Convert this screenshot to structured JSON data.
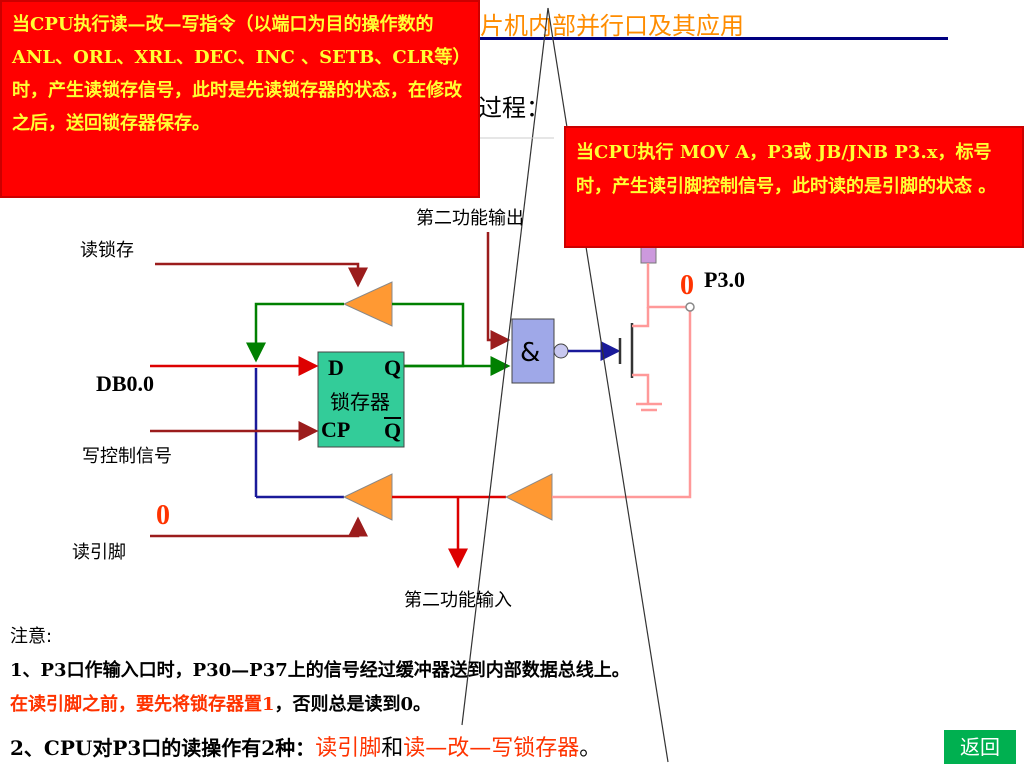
{
  "slide": {
    "title_fragment": "片机内部并行口及其应用",
    "subtitle_fragment": "过程："
  },
  "callouts": {
    "read_modify_write": "当CPU执行读—改—写指令（以端口为目的操作数的ANL、ORL、XRL、DEC、INC 、SETB、CLR等）时，产生读锁存信号，此时是先读锁存器的状态，在修改之后，送回锁存器保存。",
    "read_pin": "当CPU执行 MOV A，P3或 JB/JNB P3.x，标号 时，产生读引脚控制信号，此时读的是引脚的状态 。"
  },
  "diagram": {
    "read_latch": "读锁存",
    "db": "DB0.0",
    "write_ctrl": "写控制信号",
    "read_pin": "读引脚",
    "second_out": "第二功能输出",
    "second_in": "第二功能输入",
    "pin": "P3.0",
    "pin_value": "0",
    "read_pin_value": "0",
    "and_symbol": "&",
    "latch_d": "D",
    "latch_q": "Q",
    "latch_name": "锁存器",
    "latch_cp": "CP",
    "latch_qbar": "Q"
  },
  "notes": {
    "heading": "注意:",
    "line1": "1、P3口作输入口时，P30—P37上的信号经过缓冲器送到内部数据总线上。",
    "line2_red": "在读引脚之前，要先将锁存器置1",
    "line2_black": "，否则总是读到0。",
    "line3_a": "2、CPU对P3口的读操作有2种：",
    "line3_b": "读引脚",
    "line3_c": "和",
    "line3_d": "读—改—写锁存器",
    "line3_e": "。"
  },
  "nav": {
    "back": "返回"
  },
  "colors": {
    "callout_bg": "#ff0000",
    "callout_text": "#ffff33",
    "accent_text": "#ff3300",
    "latch_fill": "#33cc99",
    "buffer_fill": "#ff9933",
    "back_button": "#00b050"
  }
}
